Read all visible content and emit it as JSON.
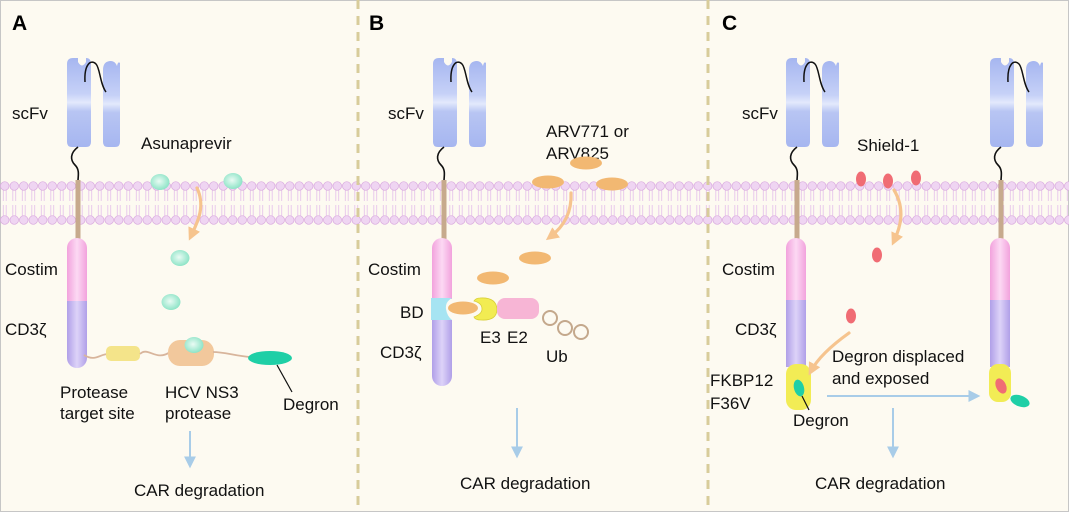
{
  "panel_a": {
    "label": "A",
    "scfv_label": "scFv",
    "drug_label": "Asunaprevir",
    "costim_label": "Costim",
    "cd3z_label": "CD3ζ",
    "protease_site_label": [
      "Protease",
      "target site"
    ],
    "protease_label": [
      "HCV NS3",
      "protease"
    ],
    "degron_label": "Degron",
    "outcome_label": "CAR degradation"
  },
  "panel_b": {
    "label": "B",
    "scfv_label": "scFv",
    "drug_label": [
      "ARV771 or",
      "ARV825"
    ],
    "costim_label": "Costim",
    "bd_label": "BD",
    "e3_label": "E3",
    "e2_label": "E2",
    "cd3z_label": "CD3ζ",
    "ub_label": "Ub",
    "outcome_label": "CAR degradation"
  },
  "panel_c": {
    "label": "C",
    "scfv_label": "scFv",
    "drug_label": "Shield-1",
    "costim_label": "Costim",
    "cd3z_label": "CD3ζ",
    "displacement_label": [
      "Degron displaced",
      "and exposed"
    ],
    "fkbp_label": [
      "FKBP12",
      "F36V"
    ],
    "degron_label": "Degron",
    "outcome_label": "CAR degradation"
  },
  "colors": {
    "membrane_head": "#efd5f2",
    "scfv": "#a6b6f0",
    "costim": "#f2a2dd",
    "cd3z": "#b09fe8",
    "asunaprevir": "#86e2c3",
    "arv": "#f2b872",
    "shield1": "#f06c74",
    "degron": "#1fcfa6",
    "fkbp12": "#f2ec55",
    "bd": "#a6e4f2",
    "e3": "#f2ec52",
    "e2": "#f7b5d5",
    "protease_site": "#f4e48a",
    "hcv_protease": "#f2c89c",
    "drug_arrow": "#f6c48e",
    "degradation_arrow": "#a8cce8",
    "divider": "#d8cc9a"
  }
}
